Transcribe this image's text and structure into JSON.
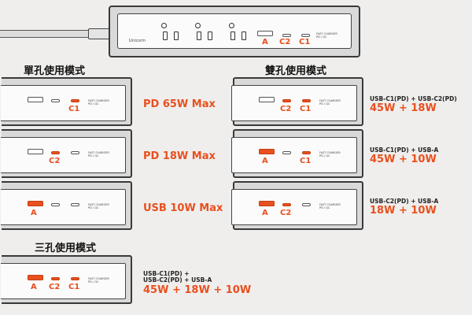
{
  "top_strip": {
    "brand": "Unicorn",
    "ports": {
      "a": "A",
      "c2": "C2",
      "c1": "C1"
    },
    "fastcharge_line1": "FAST CHARGER",
    "fastcharge_line2": "PD / QC"
  },
  "single_mode": {
    "heading": "單孔使用模式",
    "rows": [
      {
        "label_a": "",
        "label_c2": "",
        "label_c1": "C1",
        "spec": "PD 65W Max"
      },
      {
        "label_a": "",
        "label_c2": "C2",
        "label_c1": "",
        "spec": "PD 18W Max"
      },
      {
        "label_a": "A",
        "label_c2": "",
        "label_c1": "",
        "spec": "USB 10W Max"
      }
    ]
  },
  "dual_mode": {
    "heading": "雙孔使用模式",
    "rows": [
      {
        "label_a": "",
        "label_c2": "C2",
        "label_c1": "C1",
        "desc": "USB-C1(PD) + USB-C2(PD)",
        "power": "45W + 18W"
      },
      {
        "label_a": "A",
        "label_c2": "",
        "label_c1": "C1",
        "desc": "USB-C1(PD) + USB-A",
        "power": "45W + 10W"
      },
      {
        "label_a": "A",
        "label_c2": "C2",
        "label_c1": "",
        "desc": "USB-C2(PD) + USB-A",
        "power": "18W + 10W"
      }
    ]
  },
  "triple_mode": {
    "heading": "三孔使用模式",
    "row": {
      "label_a": "A",
      "label_c2": "C2",
      "label_c1": "C1",
      "desc_line1": "USB-C1(PD) +",
      "desc_line2": "USB-C2(PD) + USB-A",
      "power": "45W + 18W + 10W"
    }
  },
  "colors": {
    "accent": "#e8501f",
    "frame": "#3a3a3a",
    "panel": "#d9d9d9"
  }
}
